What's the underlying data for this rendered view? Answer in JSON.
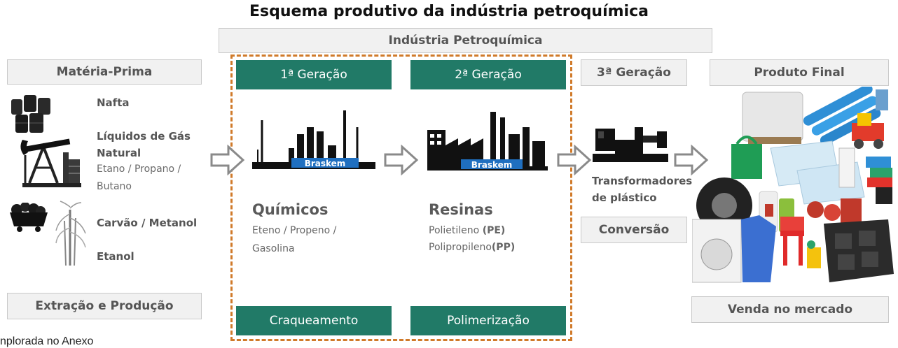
{
  "title": "Esquema produtivo da indústria petroquímica",
  "industry_header": "Indústria Petroquímica",
  "raw_material": {
    "header": "Matéria-Prima",
    "footer": "Extração e Produção",
    "items": {
      "nafta": "Nafta",
      "lgn_line1": "Líquidos de Gás",
      "lgn_line2": "Natural",
      "lgn_sub1": "Etano / Propano /",
      "lgn_sub2": "Butano",
      "carvao": "Carvão / Metanol",
      "etanol": "Etanol"
    }
  },
  "gen1": {
    "header": "1ª Geração",
    "logo": "Braskem",
    "title": "Químicos",
    "line1": "Eteno / Propeno /",
    "line2": "Gasolina",
    "footer": "Craqueamento"
  },
  "gen2": {
    "header": "2ª Geração",
    "logo": "Braskem",
    "title": "Resinas",
    "line1_text": "Polietileno",
    "line1_code": "(PE)",
    "line2_text": "Polipropileno",
    "line2_code": "(PP)",
    "footer": "Polimerização"
  },
  "gen3": {
    "header": "3ª Geração",
    "label1": "Transformadores",
    "label2": "de plástico",
    "footer": "Conversão"
  },
  "final": {
    "header": "Produto Final",
    "footer": "Venda no mercado"
  },
  "footnote": "nplorada no Anexo",
  "colors": {
    "green": "#217a67",
    "orange_dash": "#d07a2a",
    "gray_box": "#f1f1f1",
    "braskem_blue": "#1f6fc0"
  }
}
